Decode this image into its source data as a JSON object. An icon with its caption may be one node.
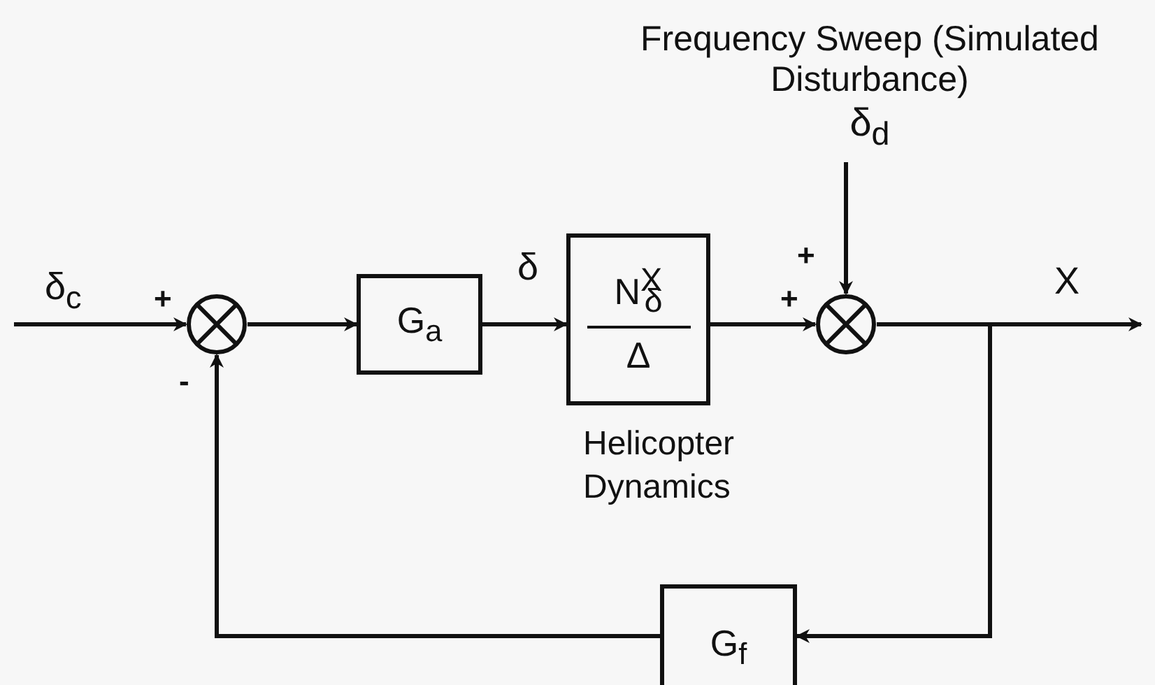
{
  "diagram": {
    "nodes": [
      {
        "text": [],
        "shape": "circle"
      },
      {
        "text": [
          "G$_{a}$"
        ]
      },
      {
        "text": [
          "N$^{X}$$_{δ}$",
          "Δ"
        ],
        "beside": [
          "Helicopter Dynamics"
        ]
      },
      {
        "text": [],
        "shape": "circle"
      },
      {
        "text": [
          "G$_{f}$"
        ]
      },
      {
        "text": [
          "Frequency Sweep (Simulated Disturbance)",
          "δ$_{d}$"
        ]
      }
    ],
    "edges": [
      {
        "from": null,
        "to": 0,
        "arrow": "to",
        "label": "δ$_{c}$"
      },
      {
        "from": 0,
        "to": 1,
        "arrow": "to"
      },
      {
        "from": 1,
        "to": 2,
        "arrow": "to",
        "label": "δ"
      },
      {
        "from": 2,
        "to": 3,
        "arrow": "to"
      },
      {
        "from": 5,
        "to": 3,
        "arrow": "to"
      },
      {
        "from": 3,
        "to": null,
        "arrow": "to",
        "label": "X"
      },
      {
        "from": 3,
        "to": 4,
        "arrow": "to"
      },
      {
        "from": 4,
        "to": 0,
        "arrow": "to"
      }
    ],
    "labels": [
      "+",
      "-",
      "+",
      "+"
    ]
  }
}
